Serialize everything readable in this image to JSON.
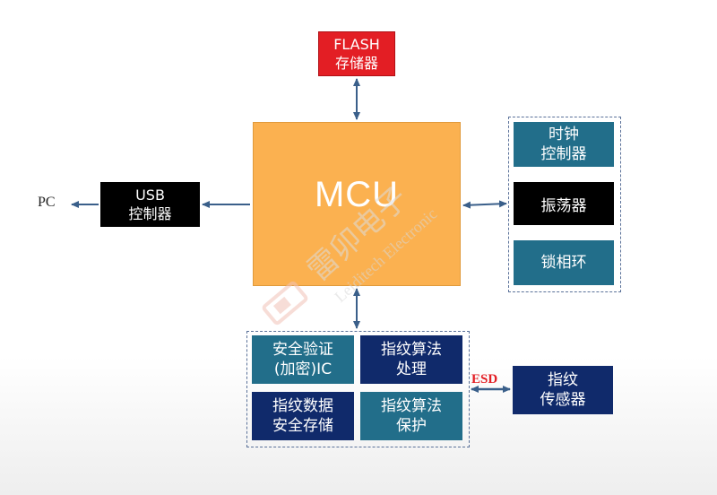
{
  "flash": {
    "line1": "FLASH",
    "line2": "存储器"
  },
  "mcu": {
    "label": "MCU"
  },
  "usb": {
    "line1": "USB",
    "line2": "控制器"
  },
  "pc": {
    "label": "PC"
  },
  "clock": {
    "line1": "时钟",
    "line2": "控制器"
  },
  "oscillator": {
    "label": "振荡器"
  },
  "pll": {
    "label": "锁相环"
  },
  "security": {
    "box1": {
      "line1": "安全验证",
      "line2": "(加密)IC"
    },
    "box2": {
      "line1": "指纹算法",
      "line2": "处理"
    },
    "box3": {
      "line1": "指纹数据",
      "line2": "安全存储"
    },
    "box4": {
      "line1": "指纹算法",
      "line2": "保护"
    }
  },
  "esd": {
    "label": "ESD"
  },
  "sensor": {
    "line1": "指纹",
    "line2": "传感器"
  },
  "watermark": {
    "cn": "雷卯电子",
    "en": "Leiditech Electronic"
  },
  "colors": {
    "flash": "#e31e24",
    "mcu": "#fbb150",
    "teal": "#226e8a",
    "navy": "#102a6b",
    "arrow": "#3a5f8a"
  }
}
